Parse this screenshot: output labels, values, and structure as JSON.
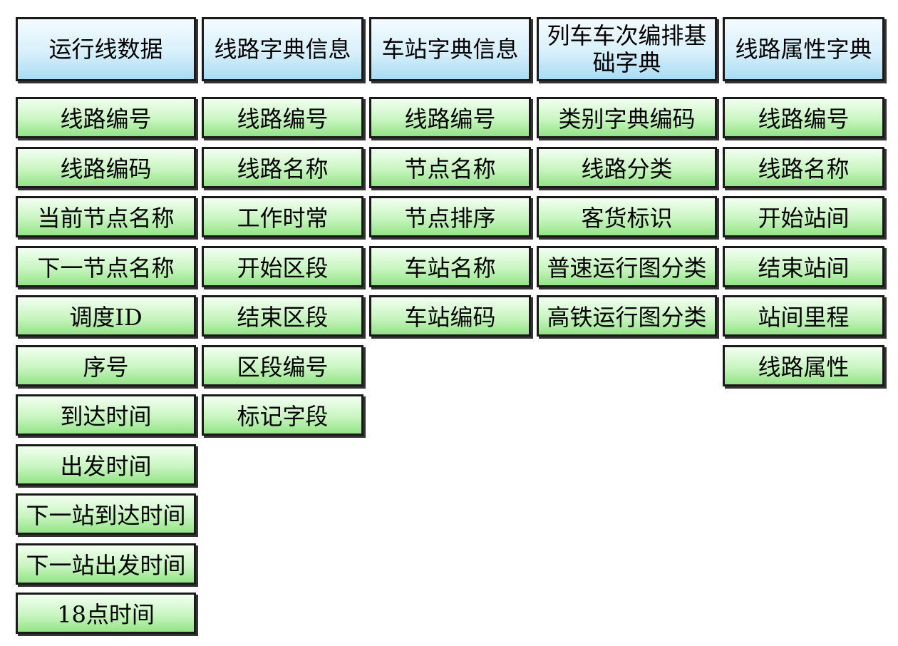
{
  "columns": [
    {
      "title": "运行线数据",
      "items": [
        "线路编号",
        "线路编码",
        "当前节点名称",
        "下一节点名称",
        "调度ID",
        "序号",
        "到达时间",
        "出发时间",
        "下一站到达时间",
        "下一站出发时间",
        "18点时间"
      ]
    },
    {
      "title": "线路字典信息",
      "items": [
        "线路编号",
        "线路名称",
        "工作时常",
        "开始区段",
        "结束区段",
        "区段编号",
        "标记字段"
      ]
    },
    {
      "title": "车站字典信息",
      "items": [
        "线路编号",
        "节点名称",
        "节点排序",
        "车站名称",
        "车站编码"
      ]
    },
    {
      "title": "列车车次编排基础字典",
      "items": [
        "类别字典编码",
        "线路分类",
        "客货标识",
        "普速运行图分类",
        "高铁运行图分类"
      ]
    },
    {
      "title": "线路属性字典",
      "items": [
        "线路编号",
        "线路名称",
        "开始站间",
        "结束站间",
        "站间里程",
        "线路属性"
      ]
    }
  ],
  "colors": {
    "header_fill": "#d8f0fb",
    "item_fill": "#c9f5c1",
    "border": "#1a1a1a"
  }
}
